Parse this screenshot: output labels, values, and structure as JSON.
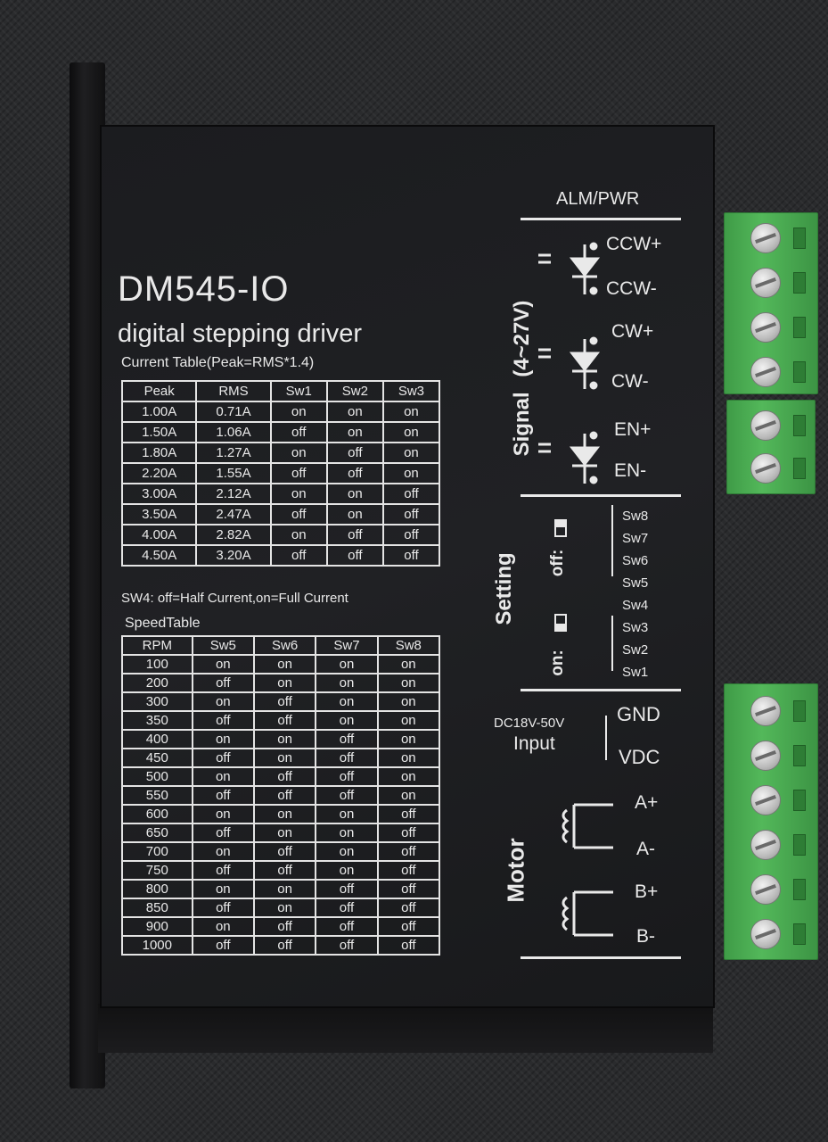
{
  "model": "DM545-IO",
  "subtitle": "digital stepping driver",
  "current_table": {
    "caption": "Current Table(Peak=RMS*1.4)",
    "headers": [
      "Peak",
      "RMS",
      "Sw1",
      "Sw2",
      "Sw3"
    ],
    "rows": [
      [
        "1.00A",
        "0.71A",
        "on",
        "on",
        "on"
      ],
      [
        "1.50A",
        "1.06A",
        "off",
        "on",
        "on"
      ],
      [
        "1.80A",
        "1.27A",
        "on",
        "off",
        "on"
      ],
      [
        "2.20A",
        "1.55A",
        "off",
        "off",
        "on"
      ],
      [
        "3.00A",
        "2.12A",
        "on",
        "on",
        "off"
      ],
      [
        "3.50A",
        "2.47A",
        "off",
        "on",
        "off"
      ],
      [
        "4.00A",
        "2.82A",
        "on",
        "off",
        "off"
      ],
      [
        "4.50A",
        "3.20A",
        "off",
        "off",
        "off"
      ]
    ]
  },
  "sw4_note": "SW4: off=Half Current,on=Full Current",
  "speed_table": {
    "caption": "SpeedTable",
    "headers": [
      "RPM",
      "Sw5",
      "Sw6",
      "Sw7",
      "Sw8"
    ],
    "rows": [
      [
        "100",
        "on",
        "on",
        "on",
        "on"
      ],
      [
        "200",
        "off",
        "on",
        "on",
        "on"
      ],
      [
        "300",
        "on",
        "off",
        "on",
        "on"
      ],
      [
        "350",
        "off",
        "off",
        "on",
        "on"
      ],
      [
        "400",
        "on",
        "on",
        "off",
        "on"
      ],
      [
        "450",
        "off",
        "on",
        "off",
        "on"
      ],
      [
        "500",
        "on",
        "off",
        "off",
        "on"
      ],
      [
        "550",
        "off",
        "off",
        "off",
        "on"
      ],
      [
        "600",
        "on",
        "on",
        "on",
        "off"
      ],
      [
        "650",
        "off",
        "on",
        "on",
        "off"
      ],
      [
        "700",
        "on",
        "off",
        "on",
        "off"
      ],
      [
        "750",
        "off",
        "off",
        "on",
        "off"
      ],
      [
        "800",
        "on",
        "on",
        "off",
        "off"
      ],
      [
        "850",
        "off",
        "on",
        "off",
        "off"
      ],
      [
        "900",
        "on",
        "off",
        "off",
        "off"
      ],
      [
        "1000",
        "off",
        "off",
        "off",
        "off"
      ]
    ]
  },
  "alm_pwr": "ALM/PWR",
  "signal_label": "Signal",
  "signal_voltage": "(4~27V)",
  "signal_pins": [
    "CCW+",
    "CCW-",
    "CW+",
    "CW-",
    "EN+",
    "EN-"
  ],
  "setting_label": "Setting",
  "setting_off": "off:",
  "setting_on": "on:",
  "switches": [
    "Sw8",
    "Sw7",
    "Sw6",
    "Sw5",
    "Sw4",
    "Sw3",
    "Sw2",
    "Sw1"
  ],
  "power_label": "DC18V-50V",
  "input_label": "Input",
  "power_pins": [
    "GND",
    "VDC"
  ],
  "motor_label": "Motor",
  "motor_pins": [
    "A+",
    "A-",
    "B+",
    "B-"
  ],
  "colors": {
    "panel": "#1e1f22",
    "print": "#e9e9e9",
    "terminal": "#4fb357"
  }
}
